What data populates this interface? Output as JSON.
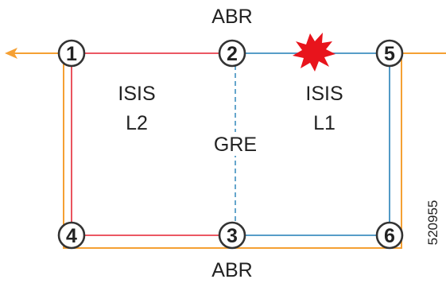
{
  "nodes": [
    {
      "id": "1",
      "label": "1"
    },
    {
      "id": "2",
      "label": "2"
    },
    {
      "id": "3",
      "label": "3"
    },
    {
      "id": "4",
      "label": "4"
    },
    {
      "id": "5",
      "label": "5"
    },
    {
      "id": "6",
      "label": "6"
    }
  ],
  "labels": {
    "abr_top": "ABR",
    "abr_bottom": "ABR",
    "area_l2_line1": "ISIS",
    "area_l2_line2": "L2",
    "area_l1_line1": "ISIS",
    "area_l1_line2": "L1",
    "tunnel": "GRE",
    "figure_id": "520955"
  },
  "links": [
    {
      "from": "1",
      "to": "2",
      "area": "L2",
      "color": "#e8414d"
    },
    {
      "from": "1",
      "to": "4",
      "area": "L2",
      "color": "#e8414d"
    },
    {
      "from": "4",
      "to": "3",
      "area": "L2",
      "color": "#e8414d"
    },
    {
      "from": "2",
      "to": "5",
      "area": "L1",
      "color": "#3f8fc0",
      "failed": true
    },
    {
      "from": "5",
      "to": "6",
      "area": "L1",
      "color": "#3f8fc0"
    },
    {
      "from": "3",
      "to": "6",
      "area": "L1",
      "color": "#3f8fc0"
    },
    {
      "from": "2",
      "to": "3",
      "type": "GRE",
      "style": "dashed",
      "color": "#3f8fc0"
    }
  ],
  "traffic_path": {
    "color": "#f5a033",
    "hops": [
      "5",
      "6",
      "3",
      "4",
      "1"
    ]
  },
  "failure_marker": {
    "icon": "burst-icon",
    "color": "#e8141c",
    "link": "2-5"
  }
}
